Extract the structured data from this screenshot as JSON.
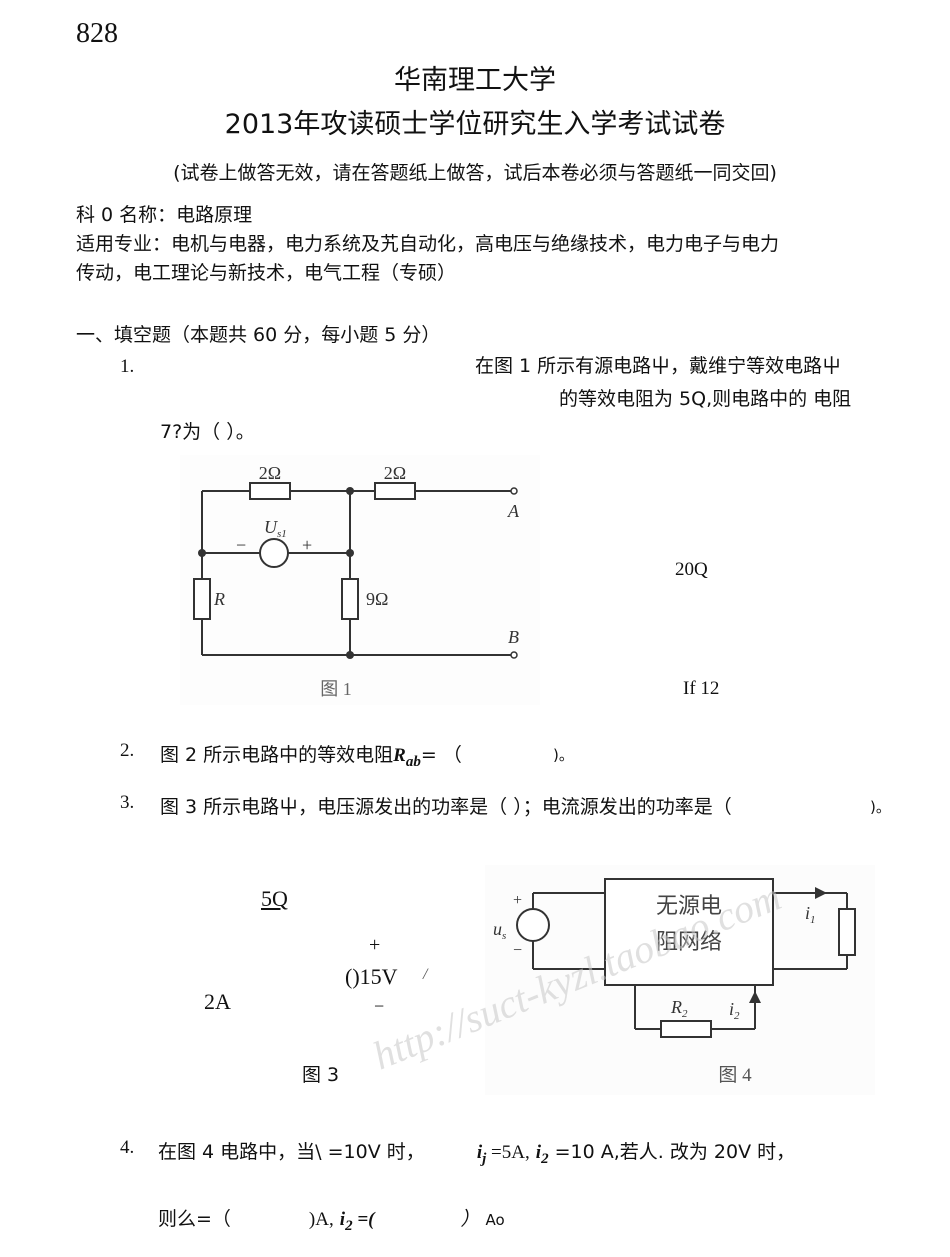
{
  "page_number": "828",
  "university": "华南理工大学",
  "exam_title": "2013年攻读硕士学位研究生入学考试试卷",
  "notice": "(试卷上做答无效，请在答题纸上做答，试后本卷必须与答题纸一同交回)",
  "subject": "科 0 名称：电路原理",
  "majors_line1": "适用专业：电机与电器，电力系统及艽自动化，高电压与绝缘技术，电力电子与电力",
  "majors_line2": "传动，电工理论与新技术，电气工程（专硕）",
  "section1": "一、填空题（本题共 60 分，每小题 5 分）",
  "watermark": "http://suct-kyzl.taobao.com",
  "q1": {
    "num": "1.",
    "text_line1": "在图 1 所示有源电路屮，戴维宁等效电路屮",
    "text_line2": "的等效电阻为 5Q,则电路中的 电阻",
    "text_line3": "7?为（  ）。",
    "side_label1": "20Q",
    "side_label2": "If 12"
  },
  "fig1": {
    "r_top_left": "2Ω",
    "r_top_right": "2Ω",
    "source_label": "U",
    "source_sub": "s1",
    "minus": "−",
    "plus": "+",
    "r_left": "R",
    "r_middle": "9Ω",
    "node_a": "A",
    "node_b": "B",
    "caption": "图 1"
  },
  "q2": {
    "num": "2.",
    "text": "图 2 所示电路中的等效电阻",
    "symbol": "R",
    "symbol_sub": "ab",
    "eq": "= （",
    "close": ")。"
  },
  "q3": {
    "num": "3.",
    "text": "图 3 所示电路屮，电压源发出的功率是（      ）；电流源发出的功率是（",
    "close": ")。"
  },
  "fig3": {
    "resistor": "5Q",
    "plus": "+",
    "source": "()15V",
    "arrow": "/",
    "minus": "−",
    "current": "2A",
    "caption": "图 3"
  },
  "fig4": {
    "box_line1": "无源电",
    "box_line2": "阻网络",
    "us": "u",
    "us_sub": "s",
    "plus": "+",
    "minus": "−",
    "i1": "i",
    "i1_sub": "1",
    "r2": "R",
    "r2_sub": "2",
    "i2": "i",
    "i2_sub": "2",
    "caption": "图 4"
  },
  "q4": {
    "num": "4.",
    "text_a": "在图 4 电路中，当\\  =10V 时，",
    "i1": "i",
    "i1_sub": "j",
    "text_b": " =5A,",
    "i2": "i",
    "i2_sub": "2",
    "text_c": " =10 A,若人. 改为 20V 时，",
    "line2_a": "则么=（",
    "line2_b": ")A,",
    "line2_i2": "i",
    "line2_i2_sub": "2",
    "line2_c": " =(",
    "line2_d": "）",
    "line2_e": "Ao"
  }
}
